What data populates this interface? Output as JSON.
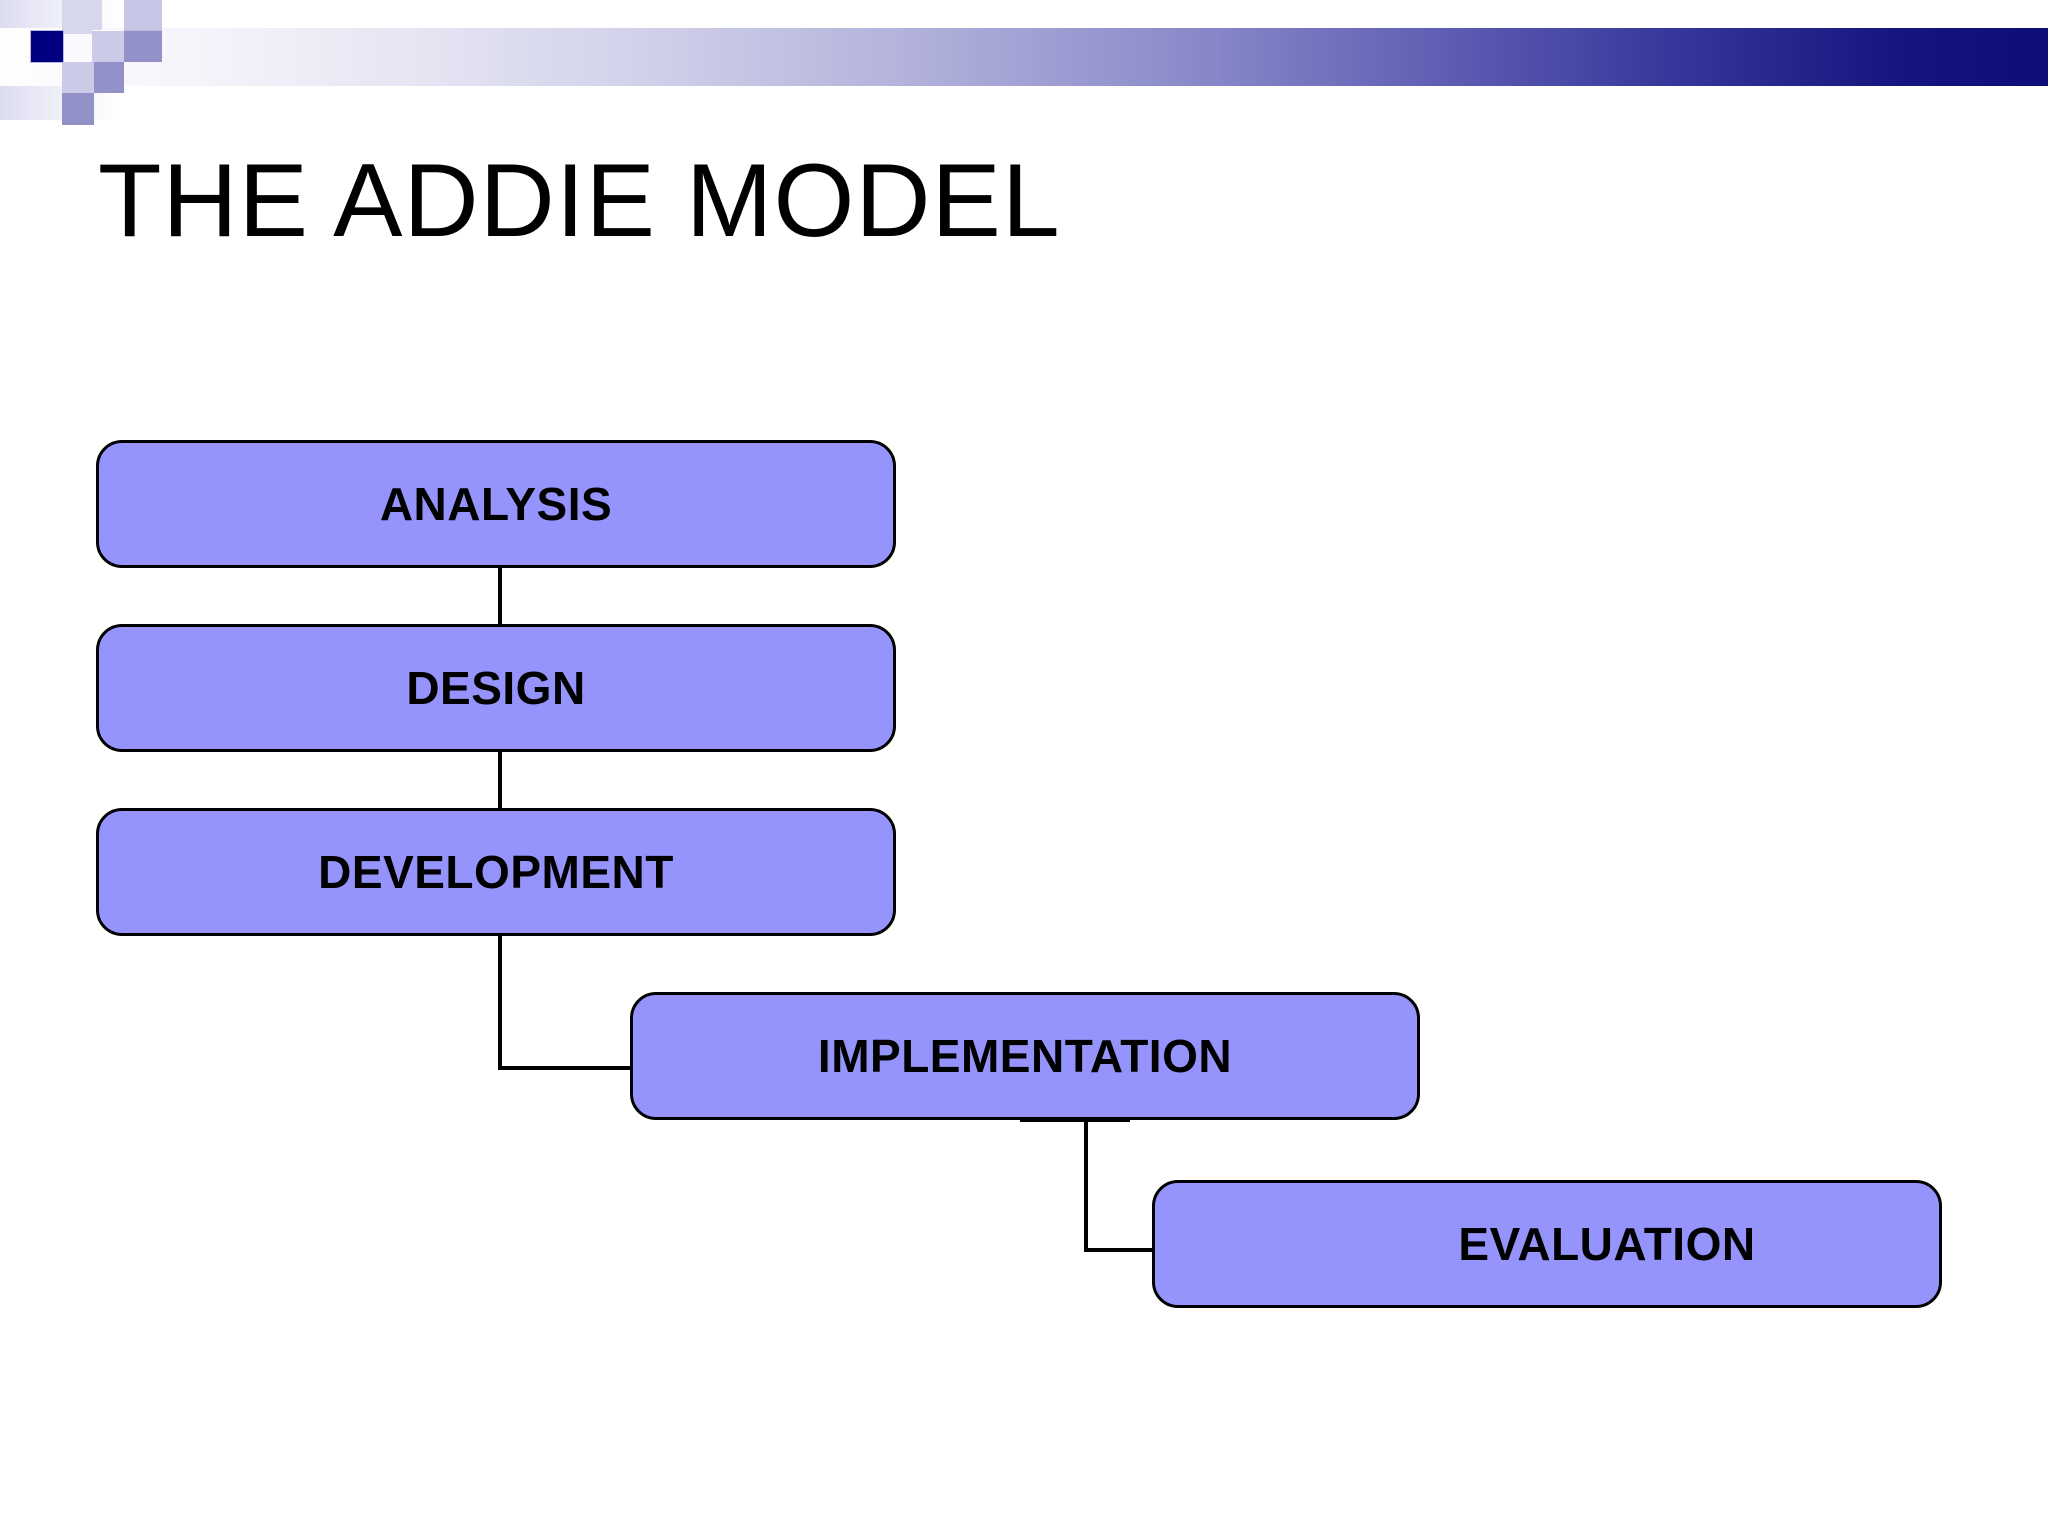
{
  "slide": {
    "title": "THE ADDIE MODEL",
    "background_color": "#FFFFFF"
  },
  "banner": {
    "gradient_from": "#FFFFFF",
    "gradient_to": "#0D0D78",
    "accent_square_color": "#000080",
    "decor_squares": [
      {
        "name": "navy-square",
        "color": "#000080"
      },
      {
        "name": "light-square-1",
        "color": "#C6C6E6"
      },
      {
        "name": "light-square-2",
        "color": "#C6C6E6"
      },
      {
        "name": "medium-square-1",
        "color": "#9292C8"
      },
      {
        "name": "medium-square-2",
        "color": "#9292C8"
      },
      {
        "name": "medium-square-3",
        "color": "#9292C8"
      },
      {
        "name": "pale-square-1",
        "color": "#D6D6EC"
      },
      {
        "name": "pale-square-2",
        "color": "#D6D6EC"
      }
    ]
  },
  "chart_data": {
    "type": "diagram",
    "diagram_kind": "waterfall-flowchart",
    "title": "THE ADDIE MODEL",
    "node_fill": "#9494FC",
    "node_border": "#000000",
    "nodes": [
      {
        "id": "analysis",
        "label": "ANALYSIS",
        "step": 1
      },
      {
        "id": "design",
        "label": "DESIGN",
        "step": 2
      },
      {
        "id": "development",
        "label": "DEVELOPMENT",
        "step": 3
      },
      {
        "id": "implementation",
        "label": "IMPLEMENTATION",
        "step": 4
      },
      {
        "id": "evaluation",
        "label": "EVALUATION",
        "step": 5
      }
    ],
    "edges": [
      {
        "from": "analysis",
        "to": "design",
        "style": "straight-vertical"
      },
      {
        "from": "design",
        "to": "development",
        "style": "straight-vertical"
      },
      {
        "from": "development",
        "to": "implementation",
        "style": "elbow-down-right"
      },
      {
        "from": "implementation",
        "to": "evaluation",
        "style": "elbow-down-right"
      }
    ]
  }
}
